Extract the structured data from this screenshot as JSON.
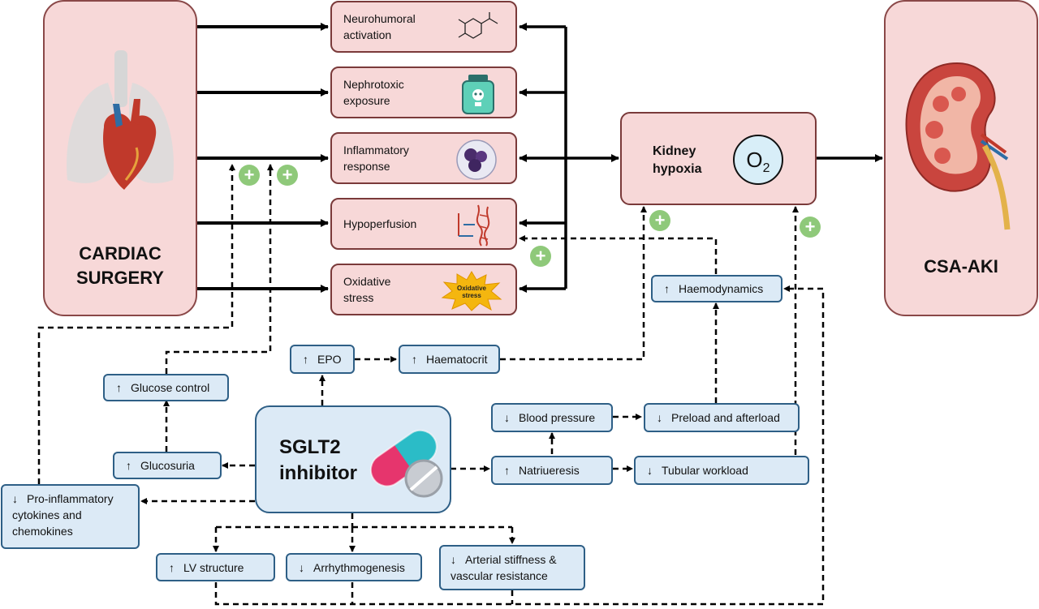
{
  "left_block": {
    "title_line1": "CARDIAC",
    "title_line2": "SURGERY"
  },
  "right_block": {
    "title": "CSA-AKI"
  },
  "mechanisms": [
    {
      "id": "neuro",
      "line1": "Neurohumoral",
      "line2": "activation",
      "icon": "catecholamine-structure-icon"
    },
    {
      "id": "nephro",
      "line1": "Nephrotoxic",
      "line2": "exposure",
      "icon": "toxic-bottle-icon"
    },
    {
      "id": "inflam",
      "line1": "Inflammatory",
      "line2": "response",
      "icon": "neutrophil-cell-icon"
    },
    {
      "id": "hypo",
      "line1": "Hypoperfusion",
      "line2": "",
      "icon": "blood-vessel-icon"
    },
    {
      "id": "oxid",
      "line1": "Oxidative",
      "line2": "stress",
      "icon": "oxidative-stress-burst-icon"
    }
  ],
  "oxidative_badge": {
    "line1": "Oxidative",
    "line2": "stress"
  },
  "kidney_hypoxia": {
    "line1": "Kidney",
    "line2": "hypoxia",
    "o2_main": "O",
    "o2_sub": "2"
  },
  "sglt2": {
    "line1": "SGLT2",
    "line2": "inhibitor"
  },
  "effects": {
    "epo": {
      "arrow": "↑",
      "text": "EPO"
    },
    "haematocrit": {
      "arrow": "↑",
      "text": "Haematocrit"
    },
    "haemodynamics": {
      "arrow": "↑",
      "text": "Haemodynamics"
    },
    "glucose_control": {
      "arrow": "↑",
      "text": "Glucose control"
    },
    "glucosuria": {
      "arrow": "↑",
      "text": "Glucosuria"
    },
    "blood_pressure": {
      "arrow": "↓",
      "text": "Blood pressure"
    },
    "preload": {
      "arrow": "↓",
      "text": "Preload and afterload"
    },
    "natriuresis": {
      "arrow": "↑",
      "text": "Natriueresis"
    },
    "tubular": {
      "arrow": "↓",
      "text": "Tubular workload"
    },
    "cytokines": {
      "arrow": "↓",
      "text1": "Pro-inflammatory",
      "text2": "cytokines and",
      "text3": "chemokines"
    },
    "lv": {
      "arrow": "↑",
      "text": "LV structure"
    },
    "arrhythmo": {
      "arrow": "↓",
      "text": "Arrhythmogenesis"
    },
    "arterial": {
      "arrow": "↓",
      "text1": "Arterial stiffness &",
      "text2": "vascular resistance"
    }
  },
  "plus_sign": "+",
  "colors": {
    "pink_fill": "#f7d8d8",
    "pink_border": "#7a3a3a",
    "blue_fill": "#dceaf6",
    "blue_border": "#2e5f86",
    "plus_green": "#8fc97a",
    "o2_fill": "#d8eef8"
  }
}
